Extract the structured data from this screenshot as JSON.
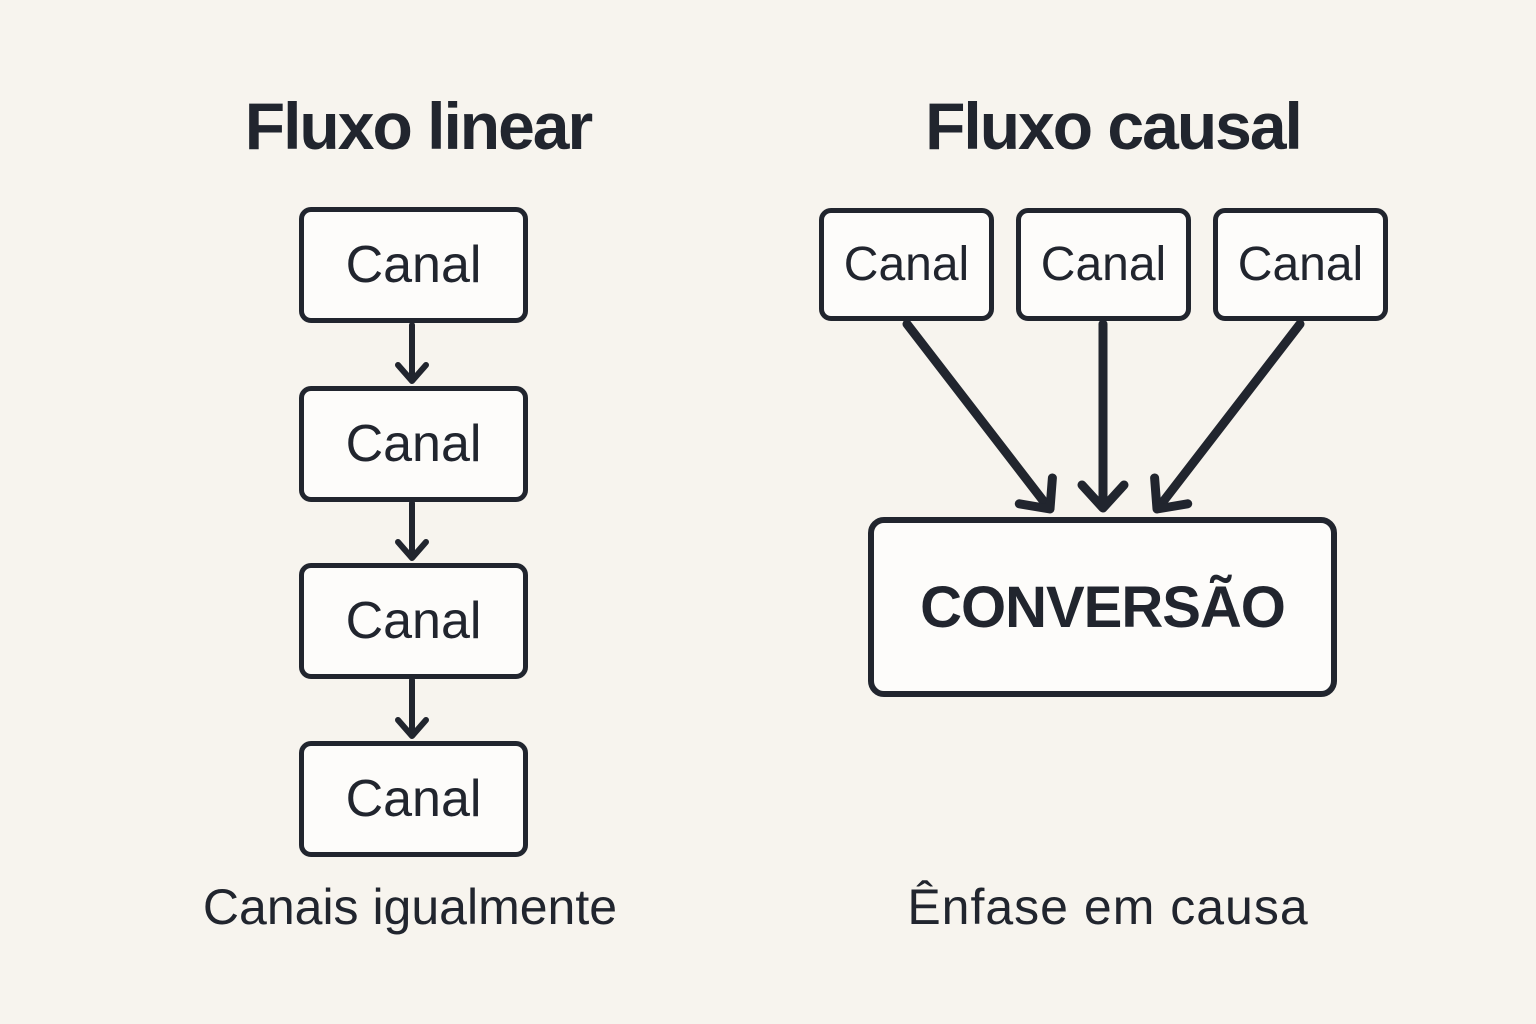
{
  "colors": {
    "background": "#f7f4ee",
    "ink": "#21252e",
    "box_fill": "#fdfcfa"
  },
  "linear_flow": {
    "title": "Fluxo linear",
    "channels": [
      "Canal",
      "Canal",
      "Canal",
      "Canal"
    ],
    "caption": "Canais igualmente"
  },
  "causal_flow": {
    "title": "Fluxo causal",
    "channels": [
      "Canal",
      "Canal",
      "Canal"
    ],
    "conversion_label": "CONVERSÃO",
    "caption": "Ênfase em causa"
  }
}
